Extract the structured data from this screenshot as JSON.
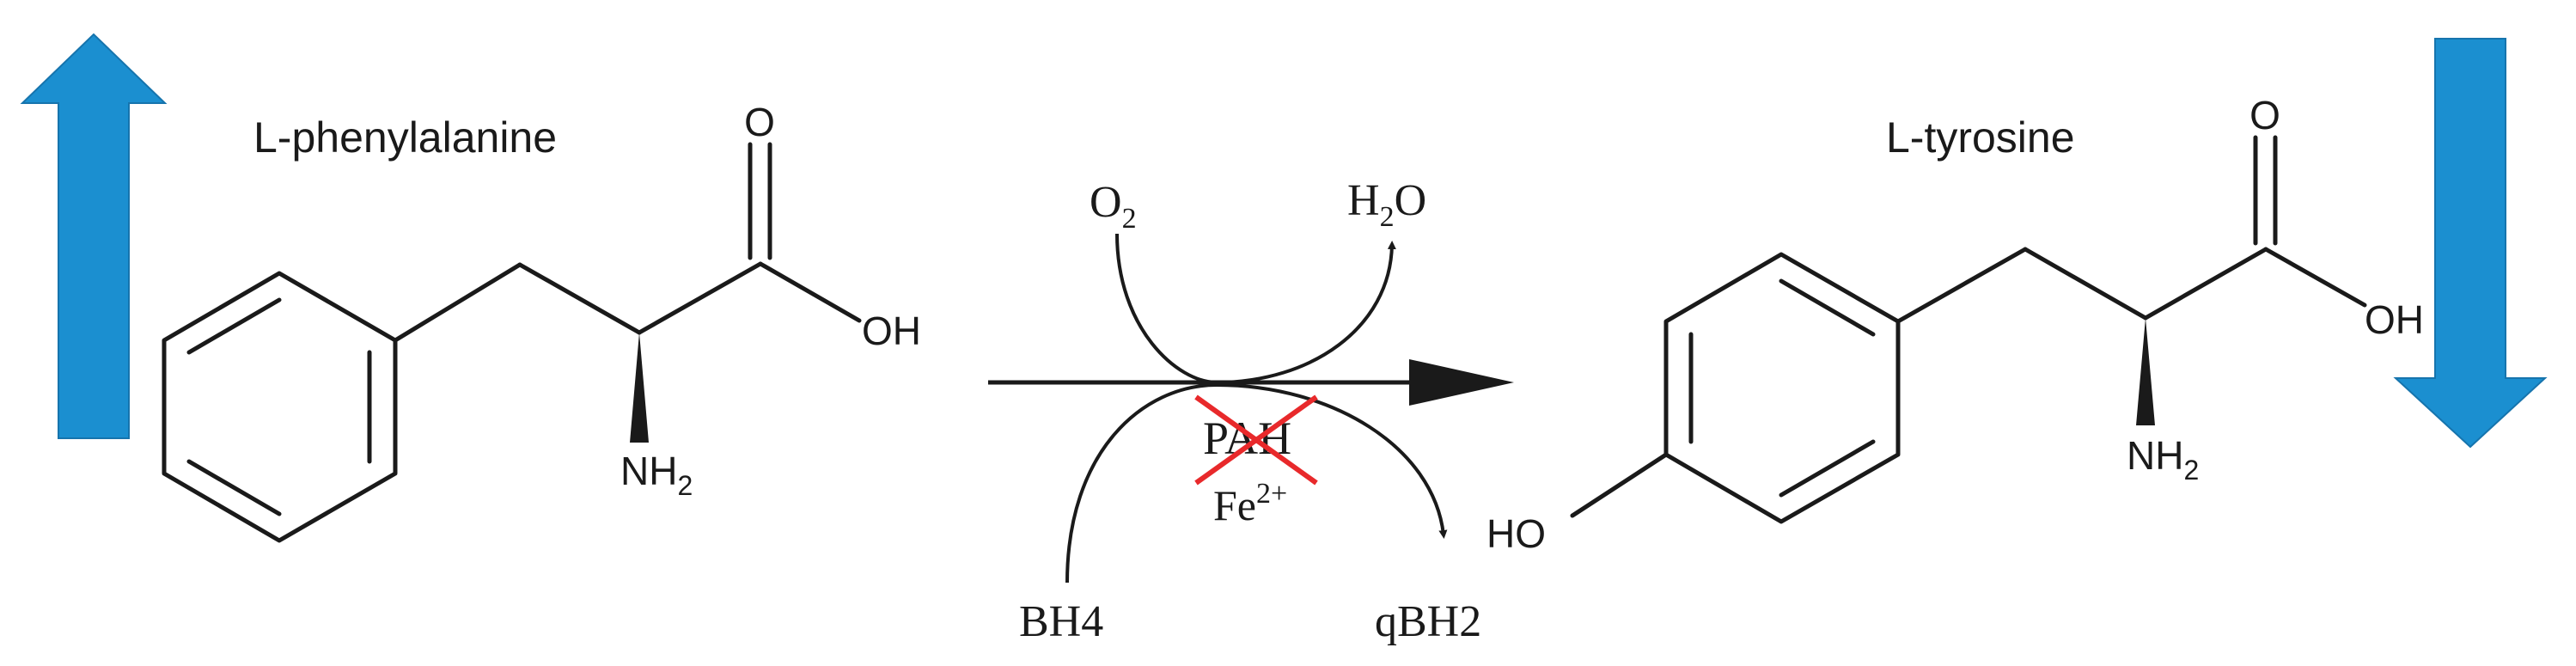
{
  "colors": {
    "up_arrow": "#1b8fd0",
    "down_arrow": "#1b8fd0",
    "strike": "#e8292b",
    "ink": "#1a1a1a"
  },
  "level_indicators": {
    "phenylalanine": "increase",
    "tyrosine": "decrease"
  },
  "substrate": {
    "name": "L-phenylalanine",
    "carbonyl_o": "O",
    "hydroxyl": "OH",
    "amine": "NH",
    "amine_sub": "2"
  },
  "product": {
    "name": "L-tyrosine",
    "carbonyl_o": "O",
    "hydroxyl": "OH",
    "amine": "NH",
    "amine_sub": "2",
    "ring_hydroxyl": "HO"
  },
  "reaction": {
    "enzyme": "PAH",
    "enzyme_status": "blocked",
    "cofactor_metal": "Fe",
    "cofactor_metal_sup": "2+",
    "oxygen": "O",
    "oxygen_sub": "2",
    "water_h": "H",
    "water_sub": "2",
    "water_o": "O",
    "cofactor_in": "BH4",
    "cofactor_out": "qBH2"
  }
}
